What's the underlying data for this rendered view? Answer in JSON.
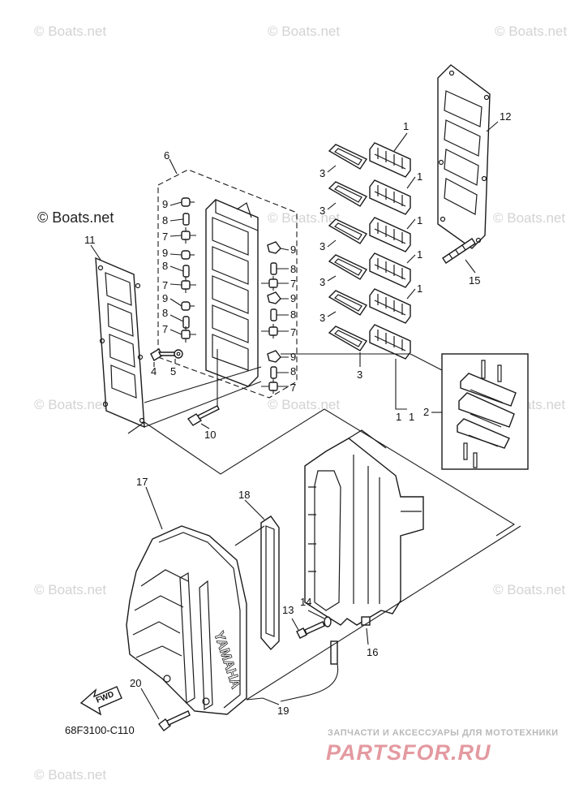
{
  "diagram": {
    "callouts": [
      {
        "id": "c1a",
        "text": "1"
      },
      {
        "id": "c1b",
        "text": "1"
      },
      {
        "id": "c1c",
        "text": "1"
      },
      {
        "id": "c1d",
        "text": "1"
      },
      {
        "id": "c1e",
        "text": "1"
      },
      {
        "id": "c1f",
        "text": "1"
      },
      {
        "id": "c1g",
        "text": "1"
      },
      {
        "id": "c2",
        "text": "2"
      },
      {
        "id": "c3a",
        "text": "3"
      },
      {
        "id": "c3b",
        "text": "3"
      },
      {
        "id": "c3c",
        "text": "3"
      },
      {
        "id": "c3d",
        "text": "3"
      },
      {
        "id": "c3e",
        "text": "3"
      },
      {
        "id": "c3f",
        "text": "3"
      },
      {
        "id": "c4",
        "text": "4"
      },
      {
        "id": "c5",
        "text": "5"
      },
      {
        "id": "c6",
        "text": "6"
      },
      {
        "id": "c7a",
        "text": "7"
      },
      {
        "id": "c7b",
        "text": "7"
      },
      {
        "id": "c7c",
        "text": "7"
      },
      {
        "id": "c7d",
        "text": "7"
      },
      {
        "id": "c7e",
        "text": "7"
      },
      {
        "id": "c7f",
        "text": "7"
      },
      {
        "id": "c8a",
        "text": "8"
      },
      {
        "id": "c8b",
        "text": "8"
      },
      {
        "id": "c8c",
        "text": "8"
      },
      {
        "id": "c8d",
        "text": "8"
      },
      {
        "id": "c8e",
        "text": "8"
      },
      {
        "id": "c8f",
        "text": "8"
      },
      {
        "id": "c9a",
        "text": "9"
      },
      {
        "id": "c9b",
        "text": "9"
      },
      {
        "id": "c9c",
        "text": "9"
      },
      {
        "id": "c9d",
        "text": "9"
      },
      {
        "id": "c9e",
        "text": "9"
      },
      {
        "id": "c9f",
        "text": "9"
      },
      {
        "id": "c10",
        "text": "10"
      },
      {
        "id": "c11",
        "text": "11"
      },
      {
        "id": "c12",
        "text": "12"
      },
      {
        "id": "c13",
        "text": "13"
      },
      {
        "id": "c14",
        "text": "14"
      },
      {
        "id": "c15",
        "text": "15"
      },
      {
        "id": "c16",
        "text": "16"
      },
      {
        "id": "c17",
        "text": "17"
      },
      {
        "id": "c18",
        "text": "18"
      },
      {
        "id": "c19",
        "text": "19"
      },
      {
        "id": "c20",
        "text": "20"
      }
    ],
    "part_code": "68F3100-C110",
    "fwd_label": "FWD",
    "yamaha_mark": "YAMAHA"
  },
  "watermarks": {
    "faint": "© Boats.net",
    "main": "© Boats.net"
  },
  "branding": {
    "tagline": "ЗАПЧАСТИ И АКСЕССУАРЫ ДЛЯ МОТОТЕХНИКИ",
    "logo": "PARTSFOR.RU"
  },
  "colors": {
    "line": "#1a1a1a",
    "watermark": "#d3d3d3",
    "logo": "#e39aa0"
  }
}
